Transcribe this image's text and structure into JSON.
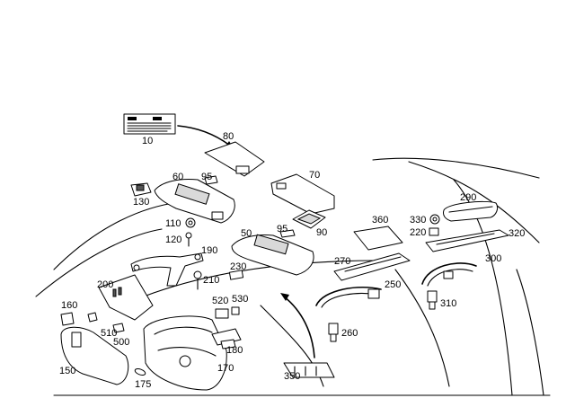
{
  "diagram": {
    "labels": [
      "10",
      "80",
      "60",
      "95",
      "70",
      "130",
      "110",
      "120",
      "190",
      "95",
      "90",
      "360",
      "330",
      "220",
      "290",
      "320",
      "50",
      "230",
      "270",
      "300",
      "200",
      "210",
      "250",
      "160",
      "520",
      "530",
      "310",
      "510",
      "500",
      "180",
      "260",
      "150",
      "175",
      "170",
      "350"
    ]
  },
  "colors": {
    "line": "#000000",
    "background": "#ffffff"
  }
}
